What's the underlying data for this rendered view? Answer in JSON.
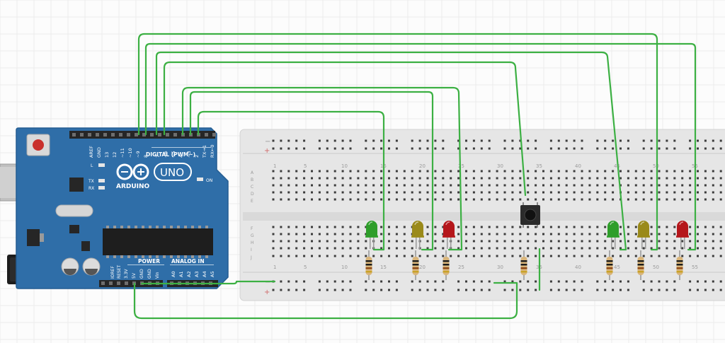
{
  "arduino": {
    "brand": "ARDUINO",
    "model": "UNO",
    "digital_label": "DIGITAL (PWM~)",
    "power_label": "POWER",
    "analog_label": "ANALOG IN",
    "on_label": "ON",
    "l_label": "L",
    "tx_label": "TX",
    "rx_label": "RX",
    "top_header_labels": [
      "AREF",
      "GND",
      "13",
      "12",
      "~11",
      "~10",
      "~9",
      "8",
      "7",
      "~6",
      "~5",
      "4",
      "~3",
      "2",
      "TX→1",
      "RX←0"
    ],
    "power_header_labels": [
      "IOREF",
      "RESET",
      "3.3V",
      "5V",
      "GND",
      "GND",
      "Vin"
    ],
    "analog_header_labels": [
      "A0",
      "A1",
      "A2",
      "A3",
      "A4",
      "A5"
    ]
  },
  "breadboard": {
    "row_letters_top": [
      "A",
      "B",
      "C",
      "D",
      "E"
    ],
    "row_letters_bottom": [
      "F",
      "G",
      "H",
      "I",
      "J"
    ],
    "column_numbers_top": [
      "1",
      "5",
      "10",
      "15",
      "20",
      "25",
      "30",
      "35",
      "40",
      "45",
      "50",
      "55"
    ],
    "column_numbers_bottom": [
      "1",
      "5",
      "10",
      "15",
      "20",
      "25",
      "30",
      "35",
      "40",
      "45",
      "50",
      "55"
    ],
    "rail_minus": "−",
    "rail_plus": "+"
  },
  "components": {
    "led_colors": [
      "#2e9e2a",
      "#9a8a1a",
      "#b5161b",
      "#2e9e2a",
      "#9a8a1a",
      "#b5161b"
    ],
    "wire_color": "#3cb043",
    "board_color": "#2f6ea8"
  }
}
